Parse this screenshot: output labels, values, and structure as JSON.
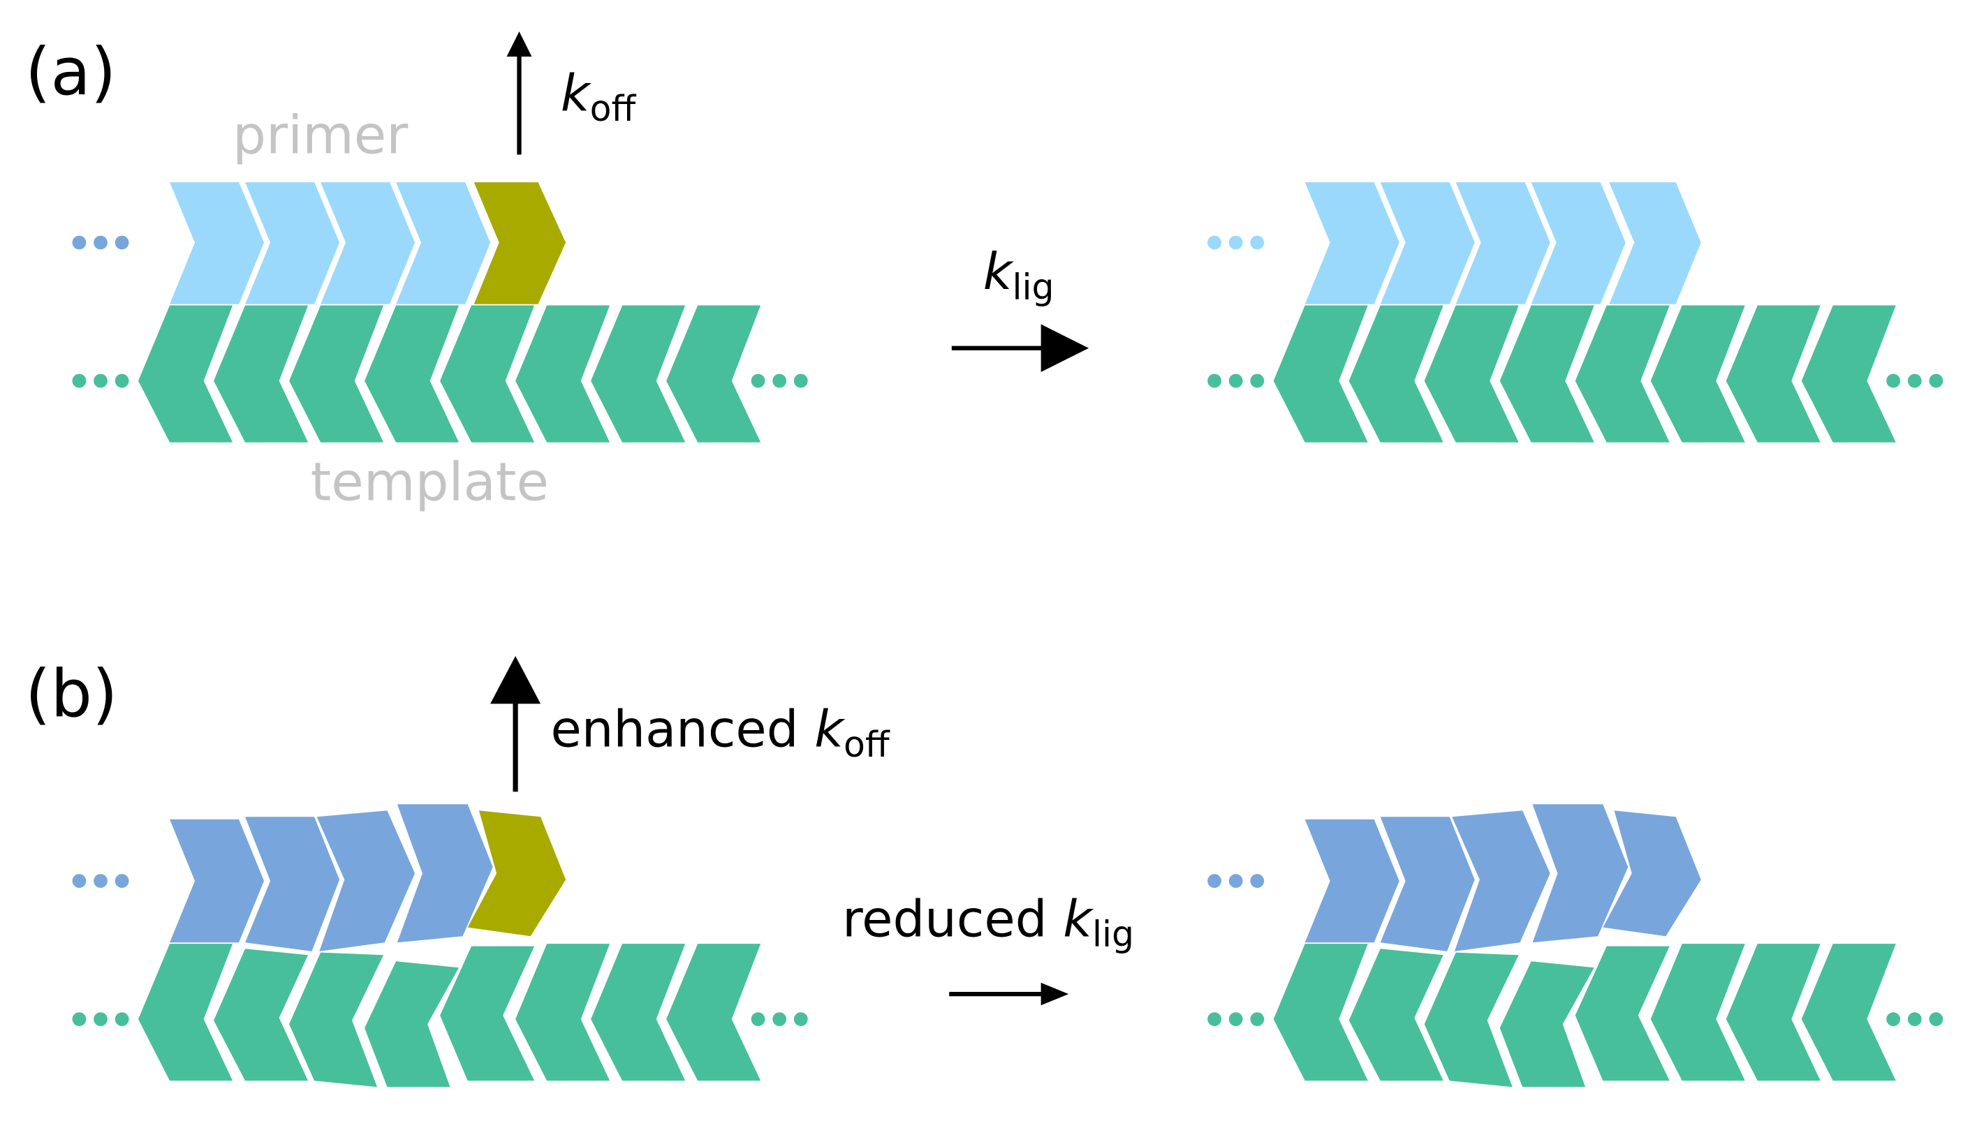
{
  "panels": {
    "a": {
      "label": "(a)",
      "koff": {
        "symbol": "k",
        "subscript": "off"
      },
      "klig": {
        "symbol": "k",
        "subscript": "lig"
      },
      "primer_label": "primer",
      "template_label": "template"
    },
    "b": {
      "label": "(b)",
      "koff": {
        "prefix": "enhanced ",
        "symbol": "k",
        "subscript": "off"
      },
      "klig": {
        "prefix": "reduced ",
        "symbol": "k",
        "subscript": "lig"
      }
    }
  },
  "colors": {
    "primer_light": "#9ad9fb",
    "primer_dark": "#78a6dc",
    "template": "#48bf9b",
    "incoming": "#a9aa00",
    "label_gray": "#c4c4c4",
    "arrow": "#000000"
  }
}
